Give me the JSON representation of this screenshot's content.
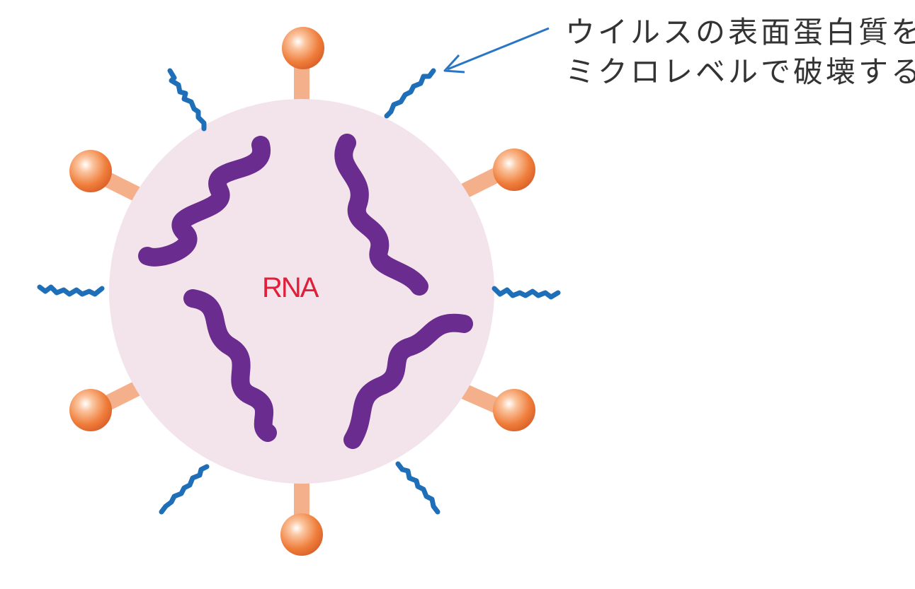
{
  "annotation": {
    "line1": "ウイルスの表面蛋白質を",
    "line2": "ミクロレベルで破壊する"
  },
  "rna_label": "RNA",
  "colors": {
    "virus_body": "#f3e4ec",
    "rna_strand": "#6a2c8e",
    "spike_ball": "#ef7d3a",
    "spike_stem": "#f6c3a2",
    "protein_fragment": "#1f6fb8",
    "arrow": "#2a76c6",
    "rna_text": "#e0203a",
    "annotation_text": "#333333"
  },
  "icons": {
    "spike": "orange-ball-spike-icon",
    "fragment": "blue-protein-fragment-icon"
  }
}
